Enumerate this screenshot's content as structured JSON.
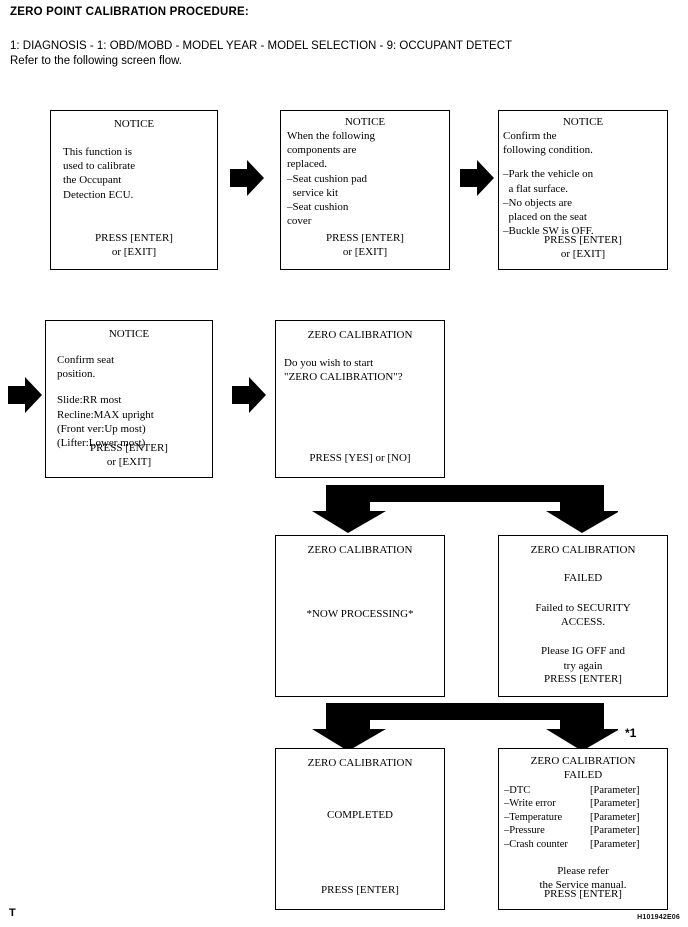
{
  "document": {
    "title": "ZERO POINT CALIBRATION PROCEDURE:",
    "nav_path": "1: DIAGNOSIS - 1: OBD/MOBD - MODEL YEAR - MODEL SELECTION - 9: OCCUPANT DETECT",
    "refer_line": "Refer to the following screen flow.",
    "corner_mark": "T",
    "reference_code": "H101942E06",
    "footnote_marker": "*1"
  },
  "screens": {
    "notice_function": {
      "title": "NOTICE",
      "body": "This function is\nused to calibrate\nthe Occupant\nDetection ECU.",
      "footer": "PRESS [ENTER]\nor [EXIT]"
    },
    "notice_components": {
      "title": "NOTICE",
      "body": "When the following\ncomponents are\nreplaced.\n–Seat cushion pad\n  service kit\n–Seat cushion\ncover",
      "footer": "PRESS [ENTER]\nor [EXIT]"
    },
    "notice_condition": {
      "title": "NOTICE",
      "body": "Confirm the\nfollowing condition.",
      "body2": "–Park the vehicle on\n  a flat surface.\n–No objects are\n  placed on the seat\n–Buckle SW is OFF.",
      "footer": "PRESS [ENTER]\nor [EXIT]"
    },
    "notice_seat_position": {
      "title": "NOTICE",
      "body": "Confirm seat\nposition.",
      "body2": "Slide:RR most\nRecline:MAX upright\n(Front ver:Up most)\n(Lifter:Lower most)",
      "footer": "PRESS [ENTER]\nor [EXIT]"
    },
    "zero_cal_start": {
      "title": "ZERO CALIBRATION",
      "body": "Do you wish to start\n\"ZERO CALIBRATION\"?",
      "footer": "PRESS [YES] or [NO]"
    },
    "zero_cal_processing": {
      "title": "ZERO CALIBRATION",
      "body": "*NOW PROCESSING*",
      "footer": ""
    },
    "zero_cal_failed_security": {
      "title": "ZERO CALIBRATION",
      "subtitle": "FAILED",
      "body": "Failed to SECURITY\nACCESS.",
      "body2": "Please IG OFF and\ntry again",
      "footer": "PRESS [ENTER]"
    },
    "zero_cal_completed": {
      "title": "ZERO CALIBRATION",
      "body": "COMPLETED",
      "footer": "PRESS [ENTER]"
    },
    "zero_cal_failed_params": {
      "title": "ZERO CALIBRATION",
      "subtitle": "FAILED",
      "params": [
        {
          "name": "–DTC",
          "value": "[Parameter]"
        },
        {
          "name": "–Write error",
          "value": "[Parameter]"
        },
        {
          "name": "–Temperature",
          "value": "[Parameter]"
        },
        {
          "name": "–Pressure",
          "value": "[Parameter]"
        },
        {
          "name": "–Crash counter",
          "value": "[Parameter]"
        }
      ],
      "body2": "Please refer\nthe Service manual.",
      "footer": "PRESS [ENTER]"
    }
  },
  "colors": {
    "ink": "#000000",
    "paper": "#ffffff"
  }
}
